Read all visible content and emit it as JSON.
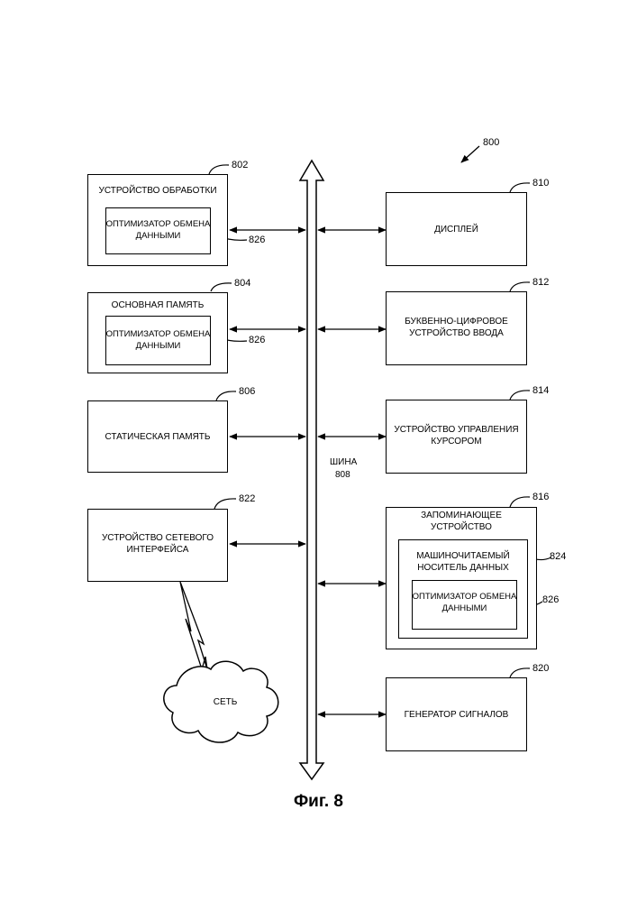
{
  "figure": {
    "ref": "800",
    "caption": "Фиг. 8",
    "bus_label": "ШИНА",
    "bus_ref": "808"
  },
  "left": {
    "processing": {
      "title": "УСТРОЙСТВО ОБРАБОТКИ",
      "ref": "802",
      "inner": "ОПТИМИЗАТОР ОБМЕНА\nДАННЫМИ",
      "inner_ref": "826"
    },
    "main_memory": {
      "title": "ОСНОВНАЯ ПАМЯТЬ",
      "ref": "804",
      "inner": "ОПТИМИЗАТОР ОБМЕНА\nДАННЫМИ",
      "inner_ref": "826"
    },
    "static_memory": {
      "title": "СТАТИЧЕСКАЯ ПАМЯТЬ",
      "ref": "806"
    },
    "network_interface": {
      "title": "УСТРОЙСТВО СЕТЕВОГО\nИНТЕРФЕЙСА",
      "ref": "822"
    },
    "network": {
      "title": "СЕТЬ"
    }
  },
  "right": {
    "display": {
      "title": "ДИСПЛЕЙ",
      "ref": "810"
    },
    "alnum_input": {
      "title": "БУКВЕННО-ЦИФРОВОЕ\nУСТРОЙСТВО ВВОДА",
      "ref": "812"
    },
    "cursor_control": {
      "title": "УСТРОЙСТВО УПРАВЛЕНИЯ\nКУРСОРОМ",
      "ref": "814"
    },
    "storage": {
      "title": "ЗАПОМИНАЮЩЕЕ\nУСТРОЙСТВО",
      "ref": "816",
      "medium": "МАШИНОЧИТАЕМЫЙ\nНОСИТЕЛЬ ДАННЫХ",
      "medium_ref": "824",
      "inner": "ОПТИМИЗАТОР ОБМЕНА\nДАННЫМИ",
      "inner_ref": "826"
    },
    "signal_generator": {
      "title": "ГЕНЕРАТОР СИГНАЛОВ",
      "ref": "820"
    }
  }
}
